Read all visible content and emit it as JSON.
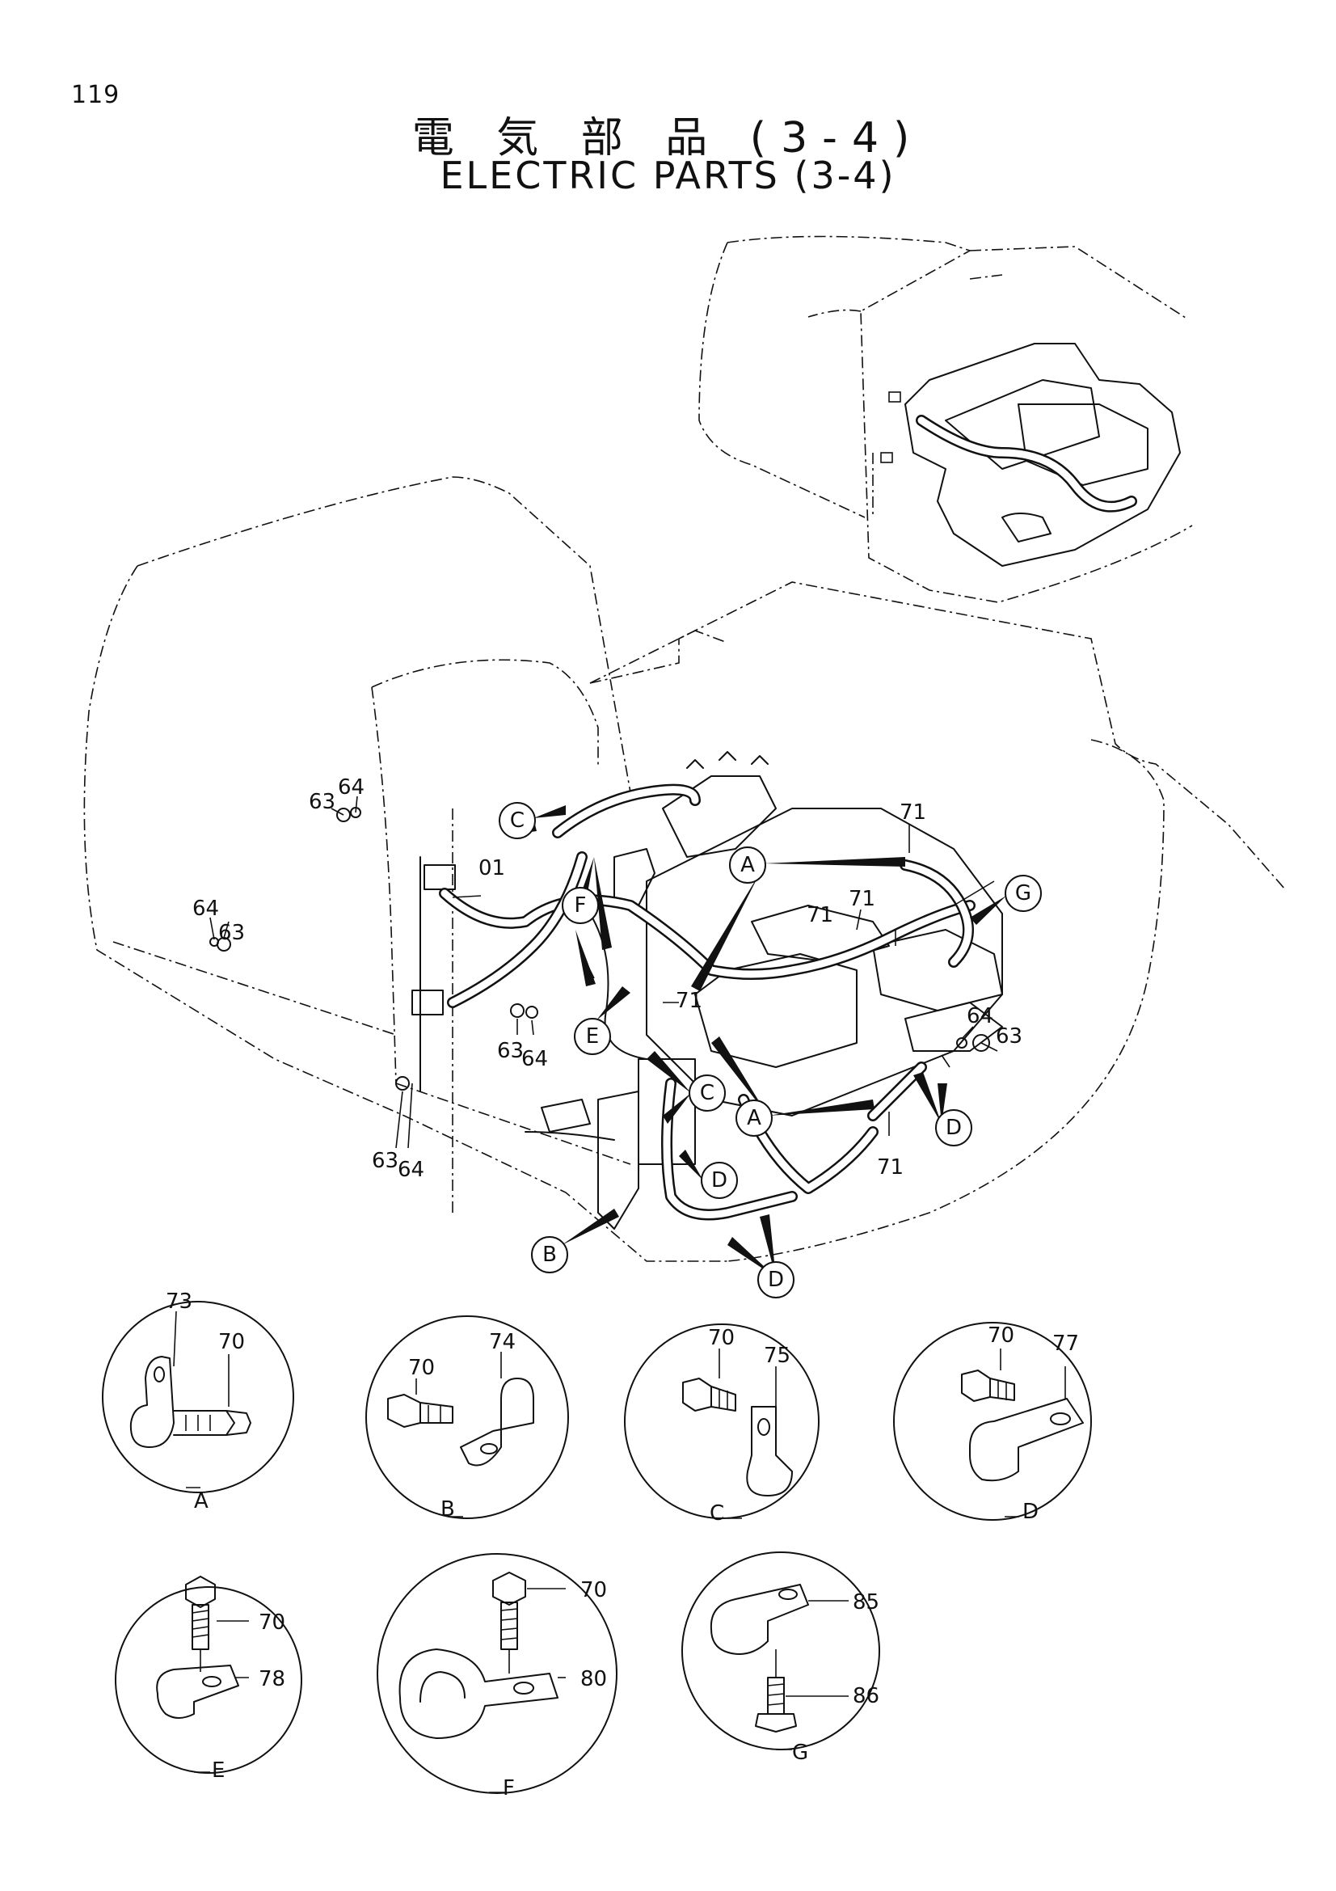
{
  "page": {
    "number": "119",
    "title_jp": "電 気 部 品 (3-4)",
    "title_en": "ELECTRIC PARTS (3-4)"
  },
  "callouts": {
    "A1": "A",
    "A2": "A",
    "B": "B",
    "C1": "C",
    "C2": "C",
    "D1": "D",
    "D2": "D",
    "D3": "D",
    "E": "E",
    "F": "F",
    "G": "G"
  },
  "part_labels": {
    "p01": "01",
    "p63a": "63",
    "p64a": "64",
    "p64b": "64",
    "p63b": "63",
    "p63c": "63",
    "p64c": "64",
    "p63d": "63",
    "p64d": "64",
    "p64e": "64",
    "p63e": "63",
    "p71a": "71",
    "p71b": "71",
    "p71c": "71",
    "p71d": "71",
    "p71e": "71"
  },
  "details": [
    {
      "id": "A",
      "label": "A",
      "parts": [
        "73",
        "70"
      ]
    },
    {
      "id": "B",
      "label": "B",
      "parts": [
        "70",
        "74"
      ]
    },
    {
      "id": "C",
      "label": "C",
      "parts": [
        "70",
        "75"
      ]
    },
    {
      "id": "D",
      "label": "D",
      "parts": [
        "70",
        "77"
      ]
    },
    {
      "id": "E",
      "label": "E",
      "parts": [
        "70",
        "78"
      ]
    },
    {
      "id": "F",
      "label": "F",
      "parts": [
        "70",
        "80"
      ]
    },
    {
      "id": "G",
      "label": "G",
      "parts": [
        "85",
        "86"
      ]
    }
  ]
}
